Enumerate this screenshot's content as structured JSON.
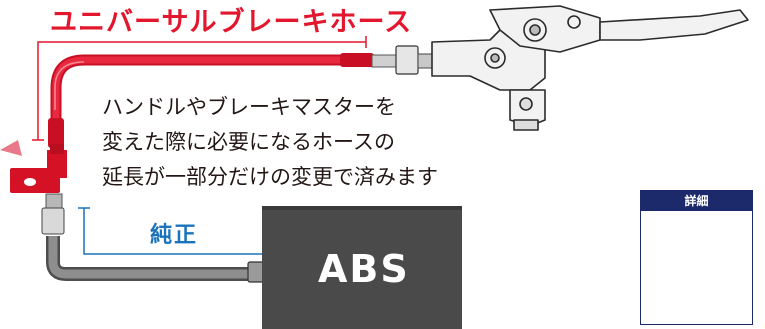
{
  "title": "ユニバーサルブレーキホース",
  "description_lines": [
    "ハンドルやブレーキマスターを",
    "変えた際に必要になるホースの",
    "延長が一部分だけの変更で済みます"
  ],
  "genuine_label": "純正",
  "abs_label": "ABS",
  "qr": {
    "header": "詳細"
  },
  "colors": {
    "accent_red": "#e2162c",
    "genuine_blue": "#1b74bb",
    "abs_box": "#4a4a4a",
    "qr_header": "#1c2a6b"
  }
}
